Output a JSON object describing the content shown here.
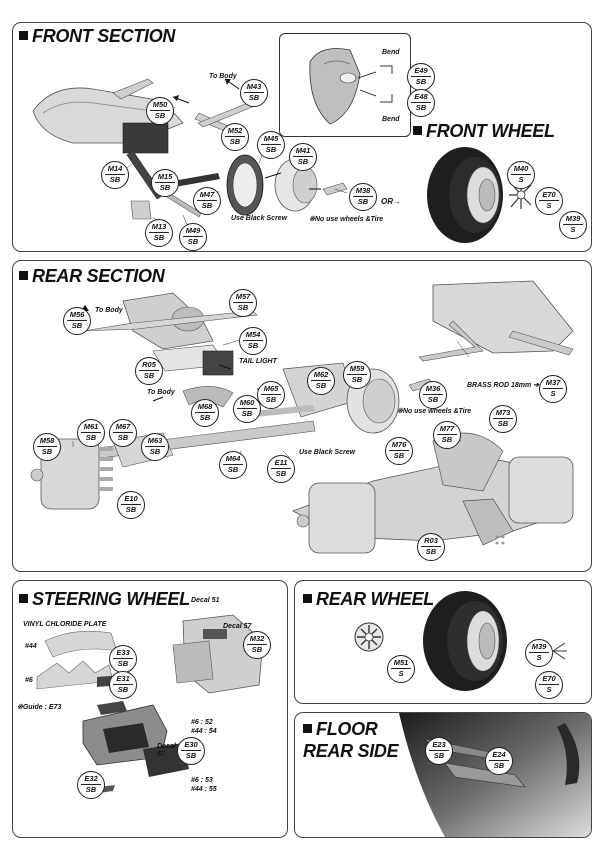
{
  "front_section": {
    "title": "FRONT SECTION",
    "to_body": "To Body",
    "use_black_screw": "Use Black Screw",
    "no_use_wheels": "※No use wheels &Tire",
    "or": "OR→",
    "bend_top": "Bend",
    "bend_bottom": "Bend",
    "callouts": {
      "m43": [
        "M43",
        "SB"
      ],
      "m50": [
        "M50",
        "SB"
      ],
      "m52": [
        "M52",
        "SB"
      ],
      "m45": [
        "M45",
        "SB"
      ],
      "m41": [
        "M41",
        "SB"
      ],
      "m14": [
        "M14",
        "SB"
      ],
      "m15": [
        "M15",
        "SB"
      ],
      "m47": [
        "M47",
        "SB"
      ],
      "m38": [
        "M38",
        "SB"
      ],
      "m13": [
        "M13",
        "SB"
      ],
      "m49": [
        "M49",
        "SB"
      ],
      "e49": [
        "E49",
        "SB"
      ],
      "e48": [
        "E48",
        "SB"
      ]
    }
  },
  "front_wheel": {
    "title": "FRONT WHEEL",
    "callouts": {
      "m40": [
        "M40",
        "S"
      ],
      "e70": [
        "E70",
        "S"
      ],
      "m39": [
        "M39",
        "S"
      ]
    }
  },
  "rear_section": {
    "title": "REAR SECTION",
    "to_body_top": "To Body",
    "to_body_left": "To Body",
    "tail_light": "TAIL LIGHT",
    "brass_rod": "BRASS ROD 18mm ➔",
    "no_use_wheels": "※No use wheels &Tire",
    "use_black_screw": "Use Black Screw",
    "callouts": {
      "m57": [
        "M57",
        "SB"
      ],
      "m56": [
        "M56",
        "SB"
      ],
      "m54": [
        "M54",
        "SB"
      ],
      "r05": [
        "R05",
        "SB"
      ],
      "m68": [
        "M68",
        "SB"
      ],
      "m65": [
        "M65",
        "SB"
      ],
      "m60": [
        "M60",
        "SB"
      ],
      "m62": [
        "M62",
        "SB"
      ],
      "m59": [
        "M59",
        "SB"
      ],
      "m36": [
        "M36",
        "SB"
      ],
      "m37": [
        "M37",
        "S"
      ],
      "m58": [
        "M58",
        "SB"
      ],
      "m61": [
        "M61",
        "SB"
      ],
      "m67": [
        "M67",
        "SB"
      ],
      "m63": [
        "M63",
        "SB"
      ],
      "m64": [
        "M64",
        "SB"
      ],
      "e11": [
        "E11",
        "SB"
      ],
      "m76": [
        "M76",
        "SB"
      ],
      "m77": [
        "M77",
        "SB"
      ],
      "m73": [
        "M73",
        "SB"
      ],
      "e10": [
        "E10",
        "SB"
      ],
      "r03": [
        "R03",
        "SB"
      ]
    }
  },
  "steering_wheel": {
    "title": "STEERING WHEEL",
    "vinyl_plate": "VINYL CHLORIDE PLATE",
    "no44": "#44",
    "no6": "#6",
    "guide": "※Guide : E73",
    "decal51": "Decal 51",
    "decal57": "Decal 57",
    "decal57_small": "Decal\n57",
    "ref_a1": "#6 : 52",
    "ref_a2": "#44 : 54",
    "ref_b1": "#6 : 53",
    "ref_b2": "#44 : 55",
    "callouts": {
      "m32": [
        "M32",
        "SB"
      ],
      "e33": [
        "E33",
        "SB"
      ],
      "e31": [
        "E31",
        "SB"
      ],
      "e30": [
        "E30",
        "SB"
      ],
      "e32": [
        "E32",
        "SB"
      ]
    }
  },
  "rear_wheel": {
    "title": "REAR WHEEL",
    "callouts": {
      "m51": [
        "M51",
        "S"
      ],
      "m39": [
        "M39",
        "S"
      ],
      "e70": [
        "E70",
        "S"
      ]
    }
  },
  "floor": {
    "title_line1": "FLOOR",
    "title_line2": "REAR SIDE",
    "callouts": {
      "e23": [
        "E23",
        "SB"
      ],
      "e24": [
        "E24",
        "SB"
      ]
    }
  }
}
